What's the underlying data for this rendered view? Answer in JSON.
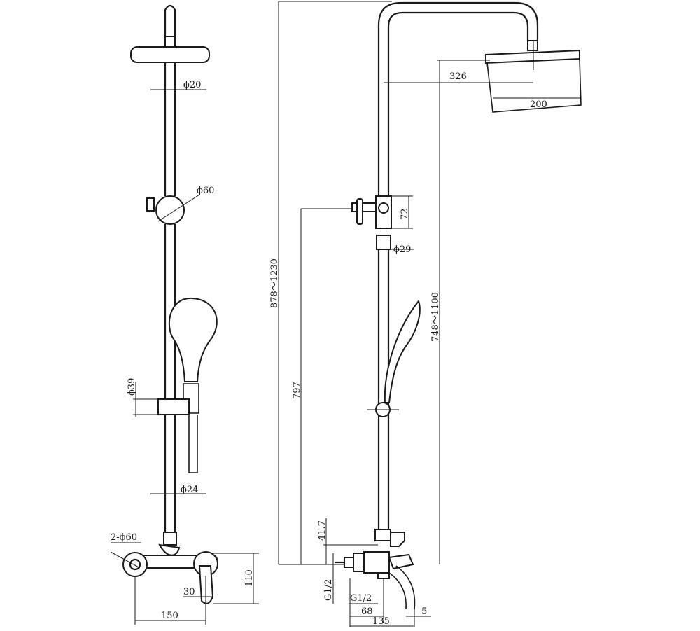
{
  "front_view": {
    "labels": {
      "top_pipe_diameter": "ϕ20",
      "holder_diameter": "ϕ60",
      "slider_diameter": "ϕ39",
      "lower_pipe_diameter": "ϕ24",
      "flange_diameter": "2-ϕ60",
      "handle_offset": "30",
      "mixer_height": "110",
      "centers_width": "150"
    }
  },
  "side_view": {
    "labels": {
      "overall_height": "878～1230",
      "head_reach": "326",
      "head_width": "200",
      "diverter_height": "797",
      "valve_block": "72",
      "riser_diameter": "ϕ29",
      "adjust_range": "748～1100",
      "outlet_height": "41.7",
      "inlet_thread_left": "G1/2",
      "inlet_thread_bottom": "G1/2",
      "inlet_depth": "68",
      "total_depth": "135",
      "handle_gap": "5"
    }
  }
}
